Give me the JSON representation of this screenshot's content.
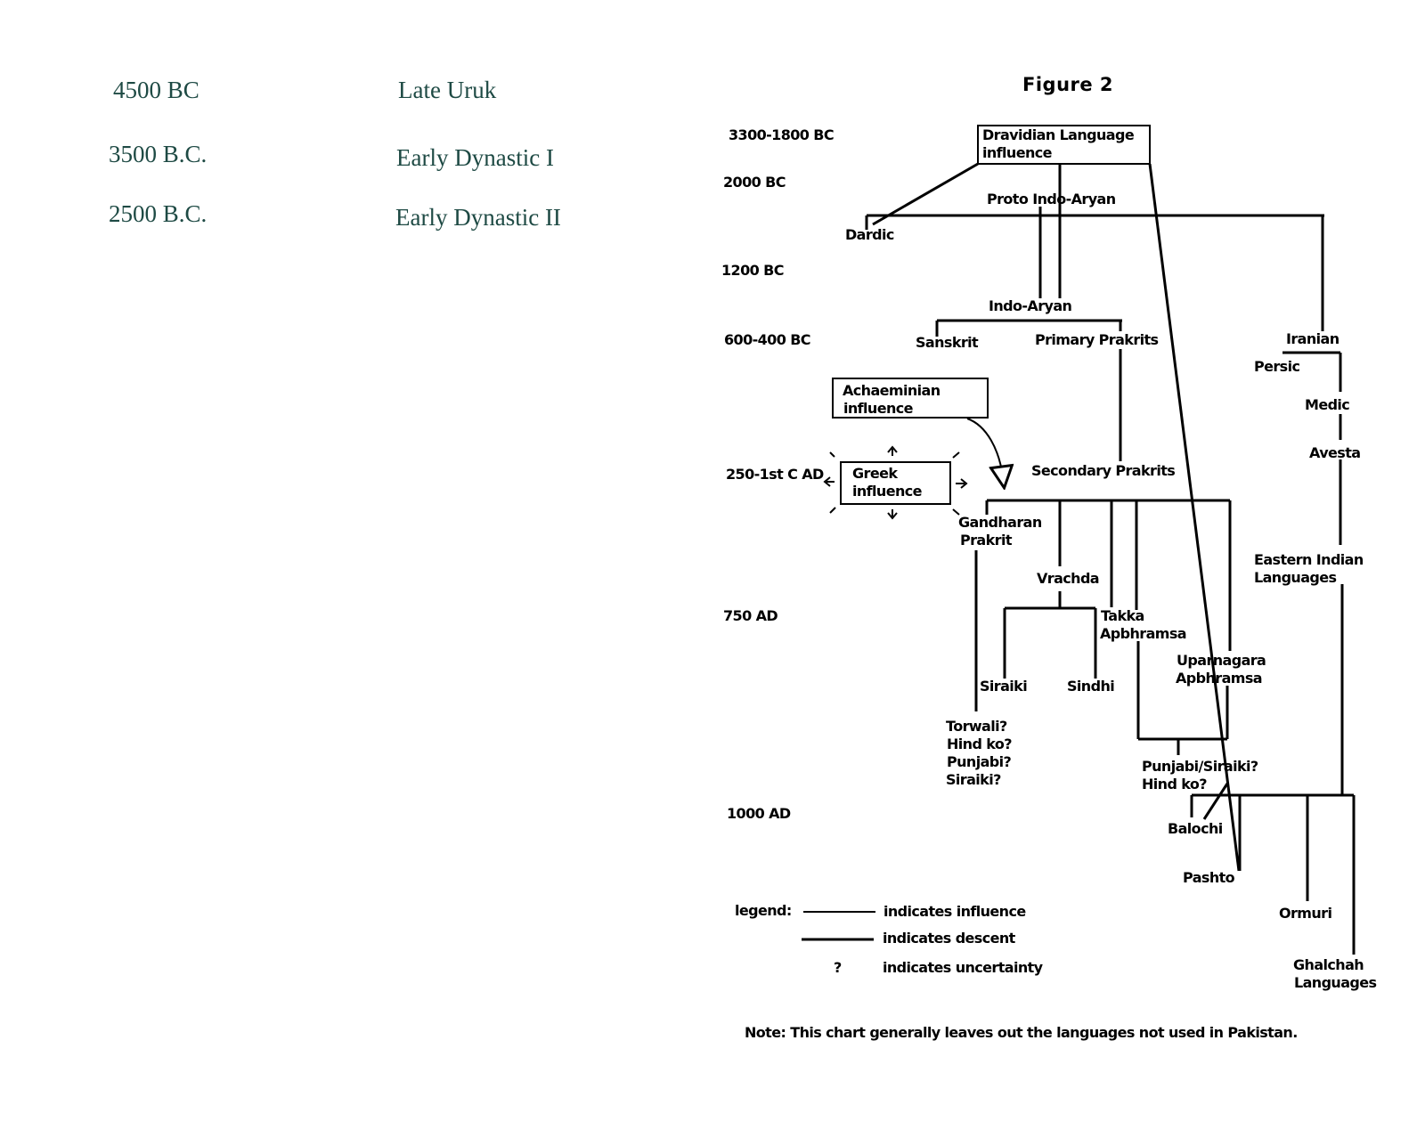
{
  "eras": [
    {
      "date": "4500 BC",
      "period": "Late Uruk"
    },
    {
      "date": "3500 B.C.",
      "period": "Early Dynastic I"
    },
    {
      "date": "2500 B.C.",
      "period": "Early Dynastic II"
    }
  ],
  "figure": {
    "title": "Figure 2",
    "time_labels": [
      "3300-1800 BC",
      "2000 BC",
      "1200 BC",
      "600-400 BC",
      "250-1st C AD",
      "750 AD",
      "1000 AD"
    ],
    "boxes": {
      "dravidian": [
        "Dravidian Language",
        "influence"
      ],
      "achaemenian": [
        "Achaeminian",
        "influence"
      ],
      "greek": [
        "Greek",
        "influence"
      ]
    },
    "nodes": {
      "proto_indo_aryan": "Proto Indo-Aryan",
      "dardic": "Dardic",
      "indo_aryan": "Indo-Aryan",
      "sanskrit": "Sanskrit",
      "primary_prakrits": "Primary Prakrits",
      "iranian": "Iranian",
      "persic": "Persic",
      "medic": "Medic",
      "avesta": "Avesta",
      "secondary_prakrits": "Secondary Prakrits",
      "gandharan_prakrit": [
        "Gandharan",
        "Prakrit"
      ],
      "vrachda": "Vrachda",
      "takka_apbhramsa": [
        "Takka",
        "Apbhramsa"
      ],
      "uparnagara_apbhramsa": [
        "Uparnagara",
        "Apbhramsa"
      ],
      "eastern_indian": [
        "Eastern Indian",
        "Languages"
      ],
      "siraiki": "Siraiki",
      "sindhi": "Sindhi",
      "uncertain_group": [
        "Torwali?",
        "Hind ko?",
        "Punjabi?",
        "Siraiki?"
      ],
      "punjabi_siraiki": [
        "Punjabi/Siraiki?",
        "Hind ko?"
      ],
      "balochi": "Balochi",
      "pashto": "Pashto",
      "ormuri": "Ormuri",
      "ghalchah": [
        "Ghalchah",
        "Languages"
      ]
    },
    "legend": {
      "label": "legend:",
      "influence": "indicates influence",
      "descent": "indicates descent",
      "uncertainty_symbol": "?",
      "uncertainty": "indicates uncertainty"
    },
    "note": "Note:  This chart generally leaves out the languages not used in Pakistan."
  }
}
